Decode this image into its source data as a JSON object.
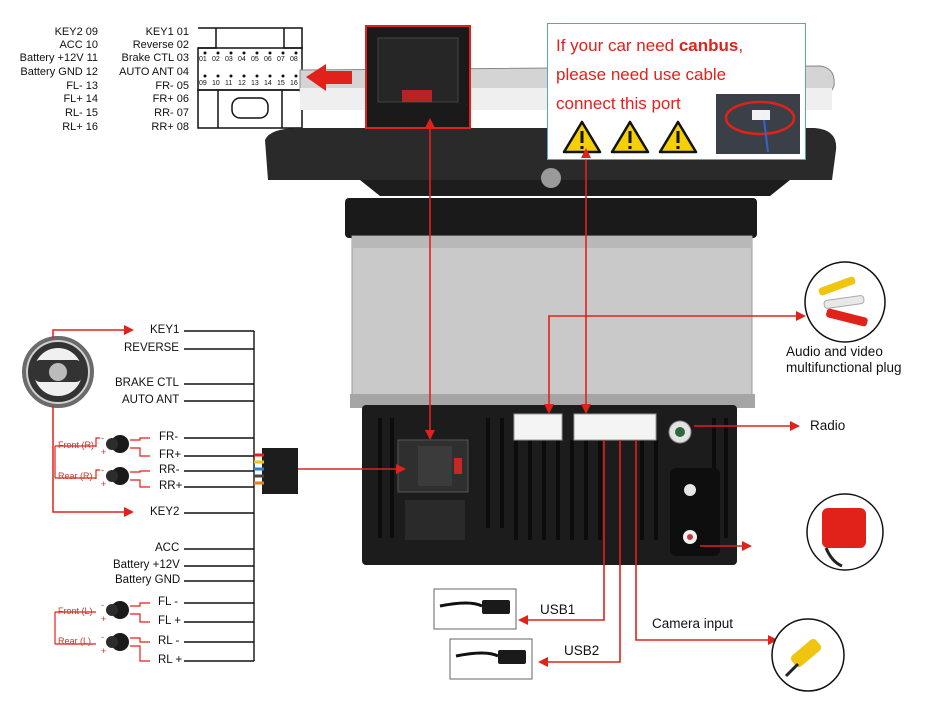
{
  "connector_pins": {
    "left": [
      "KEY2 09",
      "ACC 10",
      "Battery +12V 11",
      "Battery GND 12",
      "FL- 13",
      "FL+ 14",
      "RL- 15",
      "RL+ 16"
    ],
    "right": [
      "KEY1 01",
      "Reverse 02",
      "Brake CTL 03",
      "AUTO ANT 04",
      "FR- 05",
      "FR+ 06",
      "RR- 07",
      "RR+ 08"
    ],
    "top_numbers": [
      "01",
      "02",
      "03",
      "04",
      "05",
      "06",
      "07",
      "08"
    ],
    "bottom_numbers": [
      "09",
      "10",
      "11",
      "12",
      "13",
      "14",
      "15",
      "16"
    ]
  },
  "canbus_note": {
    "line1_prefix": "If your car need ",
    "line1_bold": "canbus",
    "line1_suffix": ",",
    "line2": "please need use cable",
    "line3": "connect this port"
  },
  "harness_wires": {
    "key1": "KEY1",
    "reverse": "REVERSE",
    "brake": "BRAKE CTL",
    "auto_ant": "AUTO ANT",
    "fr_minus": "FR-",
    "fr_plus": "FR+",
    "rr_minus": "RR-",
    "rr_plus": "RR+",
    "key2": "KEY2",
    "acc": "ACC",
    "battery12": "Battery +12V",
    "gnd": "Battery GND",
    "fl_minus": "FL -",
    "fl_plus": "FL +",
    "rl_minus": "RL -",
    "rl_plus": "RL +"
  },
  "speakers": {
    "front_r": "Front (R)",
    "rear_r": "Rear (R)",
    "front_l": "Front (L)",
    "rear_l": "Rear (L)",
    "minus": "-",
    "plus": "+"
  },
  "callouts": {
    "av": "Audio and video",
    "av2": "multifunctional plug",
    "radio": "Radio",
    "usb1": "USB1",
    "usb2": "USB2",
    "camera": "Camera input"
  },
  "colors": {
    "arrow": "#e0221b",
    "unit_dark": "#1c1c1c",
    "chassis": "#c9c9c9"
  }
}
